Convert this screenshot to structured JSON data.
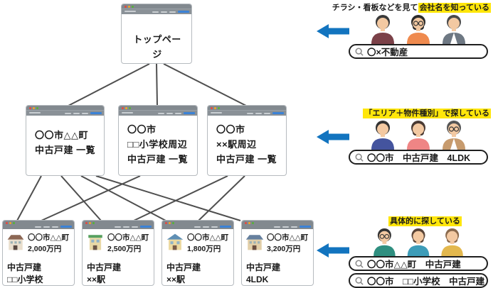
{
  "sitemap": {
    "top_page": {
      "title": "トップページ"
    },
    "list_pages": [
      {
        "lines": [
          "〇〇市△△町",
          "中古戸建 一覧"
        ]
      },
      {
        "lines": [
          "〇〇市",
          "□□小学校周辺",
          "中古戸建 一覧"
        ]
      },
      {
        "lines": [
          "〇〇市",
          "××駅周辺",
          "中古戸建 一覧"
        ]
      }
    ],
    "property_pages": [
      {
        "location": "〇〇市△△町",
        "price": "2,000万円",
        "type": "中古戸建",
        "feature": "□□小学校"
      },
      {
        "location": "〇〇市△△町",
        "price": "2,500万円",
        "type": "中古戸建",
        "feature": "××駅"
      },
      {
        "location": "〇〇市△△町",
        "price": "1,800万円",
        "type": "中古戸建",
        "feature": "××駅"
      },
      {
        "location": "〇〇市△△町",
        "price": "3,200万円",
        "type": "中古戸建",
        "feature": "4LDK"
      }
    ]
  },
  "audiences": [
    {
      "label_plain": "チラシ・看板などを見て",
      "label_highlight": "会社名を知っている",
      "searches": [
        "〇×不動産"
      ]
    },
    {
      "label_plain": "",
      "label_highlight": "「エリア＋物件種別」で探している",
      "searches": [
        "〇〇市　中古戸建　4LDK"
      ]
    },
    {
      "label_plain": "",
      "label_highlight": "具体的に探している",
      "searches": [
        "〇〇市△△町　中古戸建",
        "〇〇市　□□小学校　中古戸建"
      ]
    }
  ],
  "colors": {
    "arrow_blue": "#1274bf",
    "highlight_yellow": "#ffe60a",
    "connector_gray": "#4f4f4f",
    "chrome_gray": "#82898f"
  }
}
